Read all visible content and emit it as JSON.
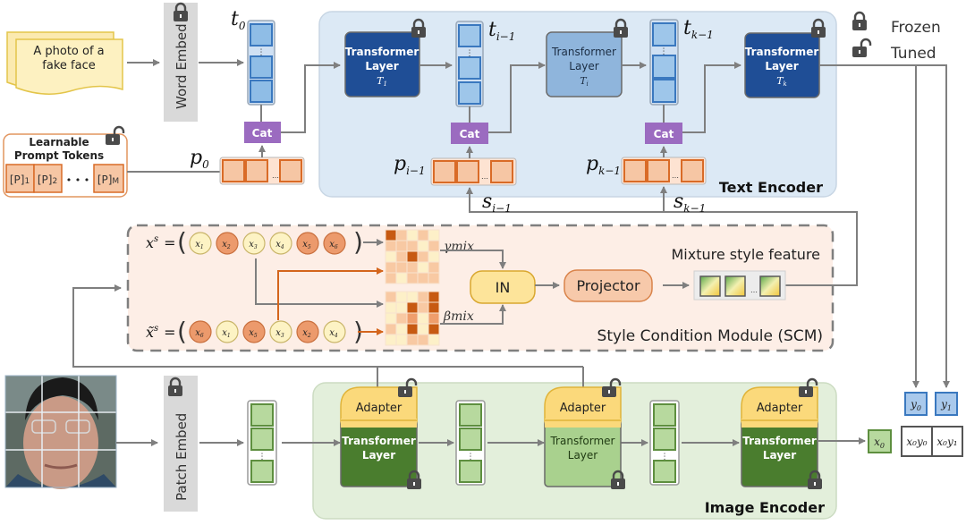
{
  "legend": {
    "frozen": "Frozen",
    "tuned": "Tuned"
  },
  "text_prompt": {
    "line1": "A photo of a",
    "line2": "fake face"
  },
  "word_embed": "Word Embed",
  "patch_embed": "Patch Embed",
  "learnable_prompt": {
    "line1": "Learnable",
    "line2": "Prompt Tokens",
    "tokens": [
      "[P]",
      "[P]",
      "[P]"
    ],
    "subs": [
      "1",
      "2",
      "M"
    ],
    "dots": "• • •"
  },
  "labels": {
    "t0": "t",
    "t0_sub": "0",
    "p0": "p",
    "p0_sub": "0",
    "ti1": "t",
    "ti1_sub": "i−1",
    "tk1": "t",
    "tk1_sub": "k−1",
    "pi1": "p",
    "pi1_sub": "i−1",
    "pk1": "p",
    "pk1_sub": "k−1",
    "si1": "s",
    "si1_sub": "i−1",
    "sk1": "s",
    "sk1_sub": "k−1"
  },
  "cat": "Cat",
  "text_encoder": {
    "title": "Text Encoder",
    "layers": [
      {
        "line1": "Transformer",
        "line2": "Layer",
        "sym": "T",
        "sub": "1",
        "state": "frozen"
      },
      {
        "line1": "Transformer",
        "line2": "Layer",
        "sym": "T",
        "sub": "i",
        "state": "frozen"
      },
      {
        "line1": "Transformer",
        "line2": "Layer",
        "sym": "T",
        "sub": "k",
        "state": "frozen"
      }
    ]
  },
  "scm": {
    "title": "Style Condition Module (SCM)",
    "xs_label": "x",
    "xs_sup": "s",
    "xs_eq": "=",
    "xs_tilde_label": "x̃",
    "xs_items": [
      {
        "sub": "1",
        "tone": "light"
      },
      {
        "sub": "2",
        "tone": "dark"
      },
      {
        "sub": "3",
        "tone": "light"
      },
      {
        "sub": "4",
        "tone": "light"
      },
      {
        "sub": "5",
        "tone": "dark"
      },
      {
        "sub": "6",
        "tone": "dark"
      }
    ],
    "xs_tilde_items": [
      {
        "sub": "6",
        "tone": "dark"
      },
      {
        "sub": "1",
        "tone": "light"
      },
      {
        "sub": "5",
        "tone": "dark"
      },
      {
        "sub": "3",
        "tone": "light"
      },
      {
        "sub": "2",
        "tone": "dark"
      },
      {
        "sub": "4",
        "tone": "light"
      }
    ],
    "gamma": "γmix",
    "beta": "βmix",
    "in_label": "IN",
    "projector": "Projector",
    "mixture": "Mixture style feature",
    "gamma_grid": [
      [
        3,
        1,
        0,
        1,
        0
      ],
      [
        1,
        1,
        1,
        0,
        1
      ],
      [
        0,
        1,
        3,
        1,
        0
      ],
      [
        1,
        1,
        1,
        0,
        1
      ],
      [
        1,
        0,
        1,
        1,
        1
      ]
    ],
    "beta_grid": [
      [
        1,
        0,
        0,
        1,
        3
      ],
      [
        0,
        0,
        3,
        1,
        3
      ],
      [
        0,
        1,
        2,
        0,
        2
      ],
      [
        1,
        0,
        3,
        0,
        3
      ],
      [
        0,
        0,
        1,
        1,
        0
      ]
    ]
  },
  "image_encoder": {
    "title": "Image Encoder",
    "blocks": [
      {
        "adapter": "Adapter",
        "line1": "Transformer",
        "line2": "Layer",
        "shade": "dark"
      },
      {
        "adapter": "Adapter",
        "line1": "Transformer",
        "line2": "Layer",
        "shade": "light"
      },
      {
        "adapter": "Adapter",
        "line1": "Transformer",
        "line2": "Layer",
        "shade": "dark"
      }
    ]
  },
  "outputs": {
    "x0": "x",
    "x0_sub": "0",
    "y0": "y",
    "y0_sub": "0",
    "y1": "y",
    "y1_sub": "1",
    "prod0": "x₀y₀",
    "prod1": "x₀y₁"
  },
  "colors": {
    "frozen_dark_blue": "#1f4e96",
    "light_blue_layer": "#8fb5dc",
    "text_encoder_bg": "#dce9f5",
    "image_encoder_bg": "#e3efdb",
    "scm_bg": "#fdeee6",
    "cat_purple": "#9b6bc0",
    "token_orange": "#f6c6a4",
    "token_border": "#d96b27",
    "green_dark": "#4a7d2e",
    "green_light": "#a9d18e",
    "adapter_yellow": "#fbd97b",
    "arrow_gray": "#7f7f7f"
  }
}
